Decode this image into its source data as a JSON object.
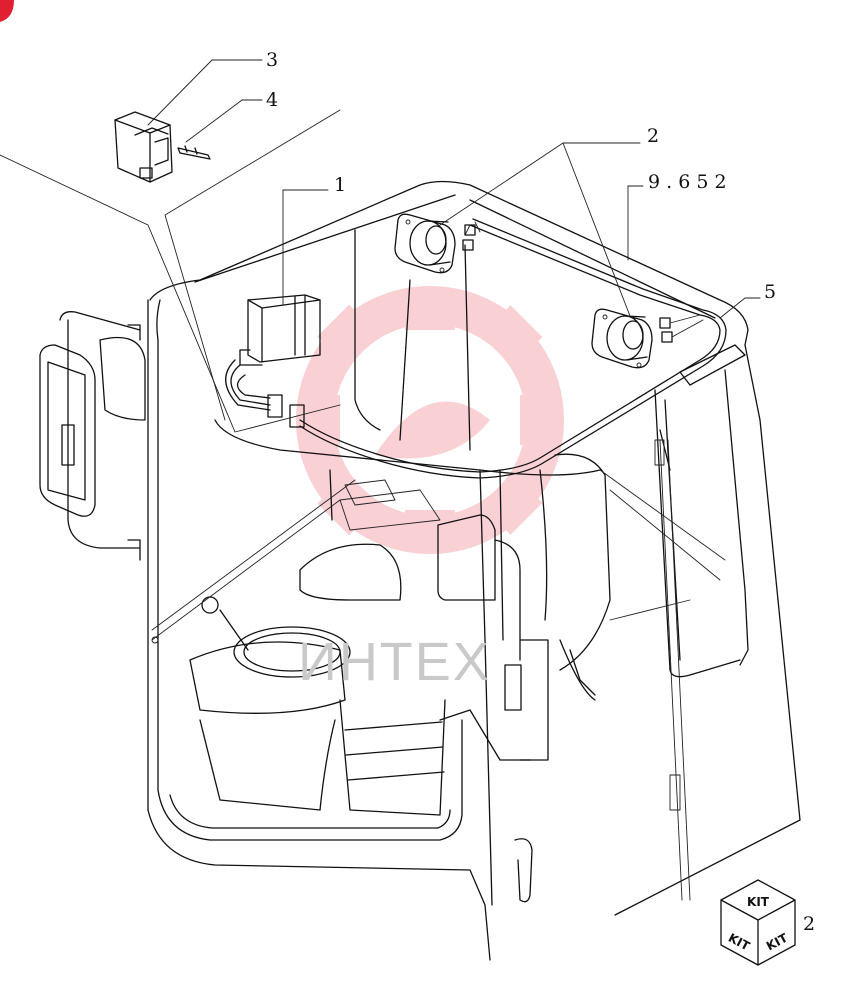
{
  "callouts": {
    "c1": "1",
    "c2": "2",
    "c3": "3",
    "c4": "4",
    "c5": "5",
    "ref": "9 . 6 5 2"
  },
  "kit": {
    "top": "KIT",
    "left": "KIT",
    "right": "KIT",
    "qty": "2"
  },
  "watermark": {
    "text": "ИНТЕХ"
  },
  "colors": {
    "watermark": "#e8303a",
    "line": "#111111"
  }
}
